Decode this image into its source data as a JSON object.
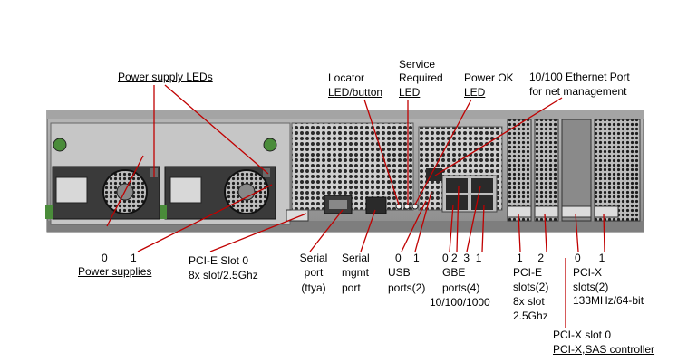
{
  "labels": {
    "power_supply_leds": "Power supply LEDs",
    "locator_1": "Locator",
    "locator_2": "LED/button",
    "service_1": "Service",
    "service_2": "Required",
    "service_3": "LED",
    "power_ok_1": "Power OK",
    "power_ok_2": "LED",
    "ethernet_1": "10/100 Ethernet Port",
    "ethernet_2": "for net management",
    "ps_num_0": "0",
    "ps_num_1": "1",
    "power_supplies": "Power supplies",
    "pcie_slot0_1": "PCI-E  Slot 0",
    "pcie_slot0_2": "8x slot/2.5Ghz",
    "serial_port_1": "Serial",
    "serial_port_2": "port",
    "serial_port_3": "(ttya)",
    "serial_mgmt_1": "Serial",
    "serial_mgmt_2": "mgmt",
    "serial_mgmt_3": "port",
    "usb_nums": "0    1",
    "usb_1": "USB",
    "usb_2": "ports(2)",
    "gbe_nums": "0 2  3  1",
    "gbe_1": "GBE",
    "gbe_2": "ports(4)",
    "gbe_3": "10/100/1000",
    "pcie_nums": "1     2",
    "pcie_1": "PCI-E",
    "pcie_2": "slots(2)",
    "pcie_3": "8x slot",
    "pcie_4": "2.5Ghz",
    "pcix_nums": "0      1",
    "pcix_1": "PCI-X",
    "pcix_2": "slots(2)",
    "pcix_3": "133MHz/64-bit",
    "pcix_slot0_1": "PCI-X slot 0",
    "pcix_slot0_2": "PCI-X,SAS controller"
  },
  "colors": {
    "leader_line": "#c00000",
    "chassis": "#9a9a9a",
    "chassis_dark": "#3a3a3a",
    "vent": "#2a2a2a",
    "psu_green": "#4a8c3a"
  }
}
